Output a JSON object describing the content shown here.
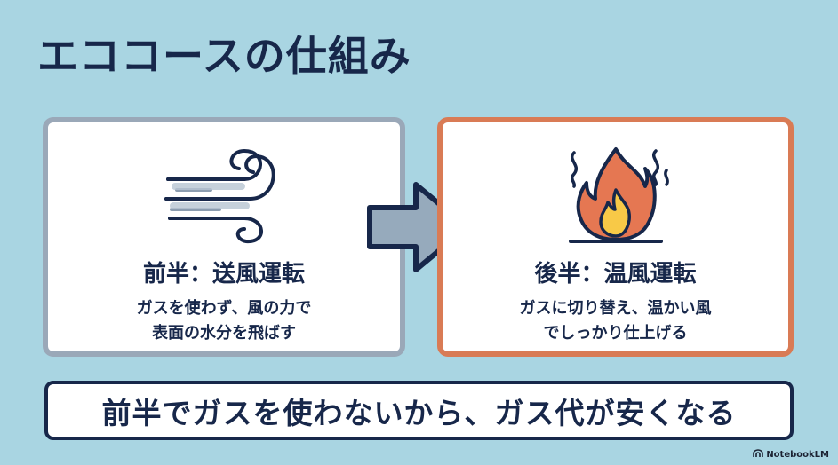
{
  "title": "エココースの仕組み",
  "left_card": {
    "icon": "wind-icon",
    "heading": "前半：送風運転",
    "desc_line1": "ガスを使わず、風の力で",
    "desc_line2": "表面の水分を飛ばす"
  },
  "right_card": {
    "icon": "flame-icon",
    "heading": "後半：温風運転",
    "desc_line1": "ガスに切り替え、温かい風",
    "desc_line2": "でしっかり仕上げる"
  },
  "banner": {
    "text": "前半でガスを使わないから、ガス代が安くなる"
  },
  "watermark": {
    "text": "NotebookLM"
  },
  "colors": {
    "background": "#a9d5e2",
    "navy": "#17274a",
    "left_border": "#9aa8b8",
    "right_border": "#d97b55",
    "flame_orange": "#e57752",
    "flame_yellow": "#f8c947",
    "arrow_fill": "#96aabc"
  }
}
